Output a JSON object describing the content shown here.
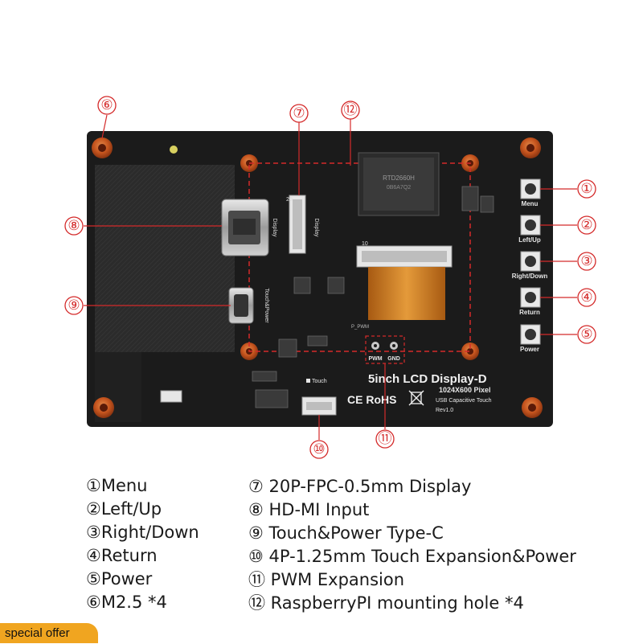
{
  "board": {
    "title": "5inch LCD Display-D",
    "resolution": "1024X600 Pixel",
    "touch_type": "USB Capacitive Touch",
    "revision": "Rev1.0",
    "cert_marks": "CE RoHS",
    "silkscreen": {
      "display_1": "Display",
      "display_2": "Display",
      "touch_power": "Touch&Power",
      "touch": "Touch",
      "pwm": "PWM",
      "gnd": "GND",
      "pin_20": "20",
      "pin_10": "10",
      "p_pwm": "P_PWM",
      "chip_text_1": "RTD2660H",
      "chip_text_2": "0B6A7Q2"
    }
  },
  "buttons": [
    {
      "label": "Menu"
    },
    {
      "label": "Left/Up"
    },
    {
      "label": "Right/Down"
    },
    {
      "label": "Return"
    },
    {
      "label": "Power"
    }
  ],
  "markers": [
    "①",
    "②",
    "③",
    "④",
    "⑤",
    "⑥",
    "⑦",
    "⑧",
    "⑨",
    "⑩",
    "⑪",
    "⑫"
  ],
  "legend_left": [
    "①Menu",
    "②Left/Up",
    "③Right/Down",
    "④Return",
    "⑤Power",
    "⑥M2.5 *4"
  ],
  "legend_right": [
    "⑦ 20P-FPC-0.5mm Display",
    "⑧ HD-MI Input",
    "⑨ Touch&Power Type-C",
    "⑩ 4P-1.25mm Touch Expansion&Power",
    "⑪ PWM Expansion",
    "⑫ RaspberryPI mounting hole *4"
  ],
  "badge": "special offer",
  "colors": {
    "pcb": "#1b1b1b",
    "screen": "#2a2a2a",
    "callout": "#d42a2a",
    "hole_outer": "#c7561f",
    "hole_inner": "#5a1a08",
    "fpc": "#c8731c",
    "badge": "#f0a520"
  }
}
